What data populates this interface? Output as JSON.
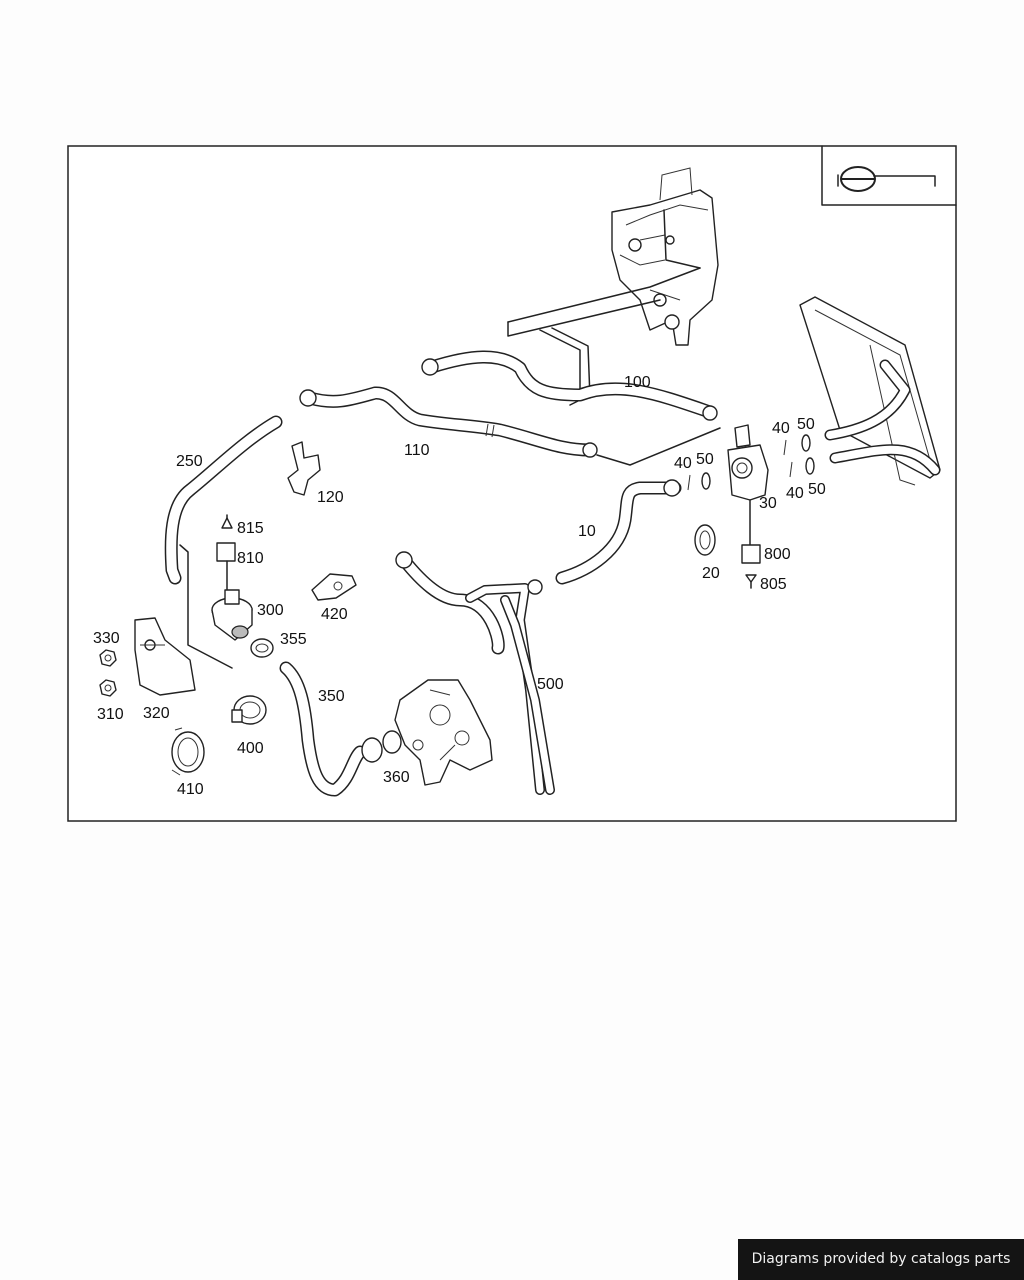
{
  "footer": {
    "text": "Diagrams provided by catalogs parts"
  },
  "legend_icon": "steering-wheel-icon",
  "callouts": [
    "10",
    "20",
    "30",
    "40",
    "40",
    "40",
    "50",
    "50",
    "50",
    "100",
    "110",
    "120",
    "250",
    "300",
    "310",
    "320",
    "330",
    "350",
    "355",
    "360",
    "400",
    "410",
    "420",
    "500",
    "800",
    "805",
    "810",
    "815"
  ]
}
